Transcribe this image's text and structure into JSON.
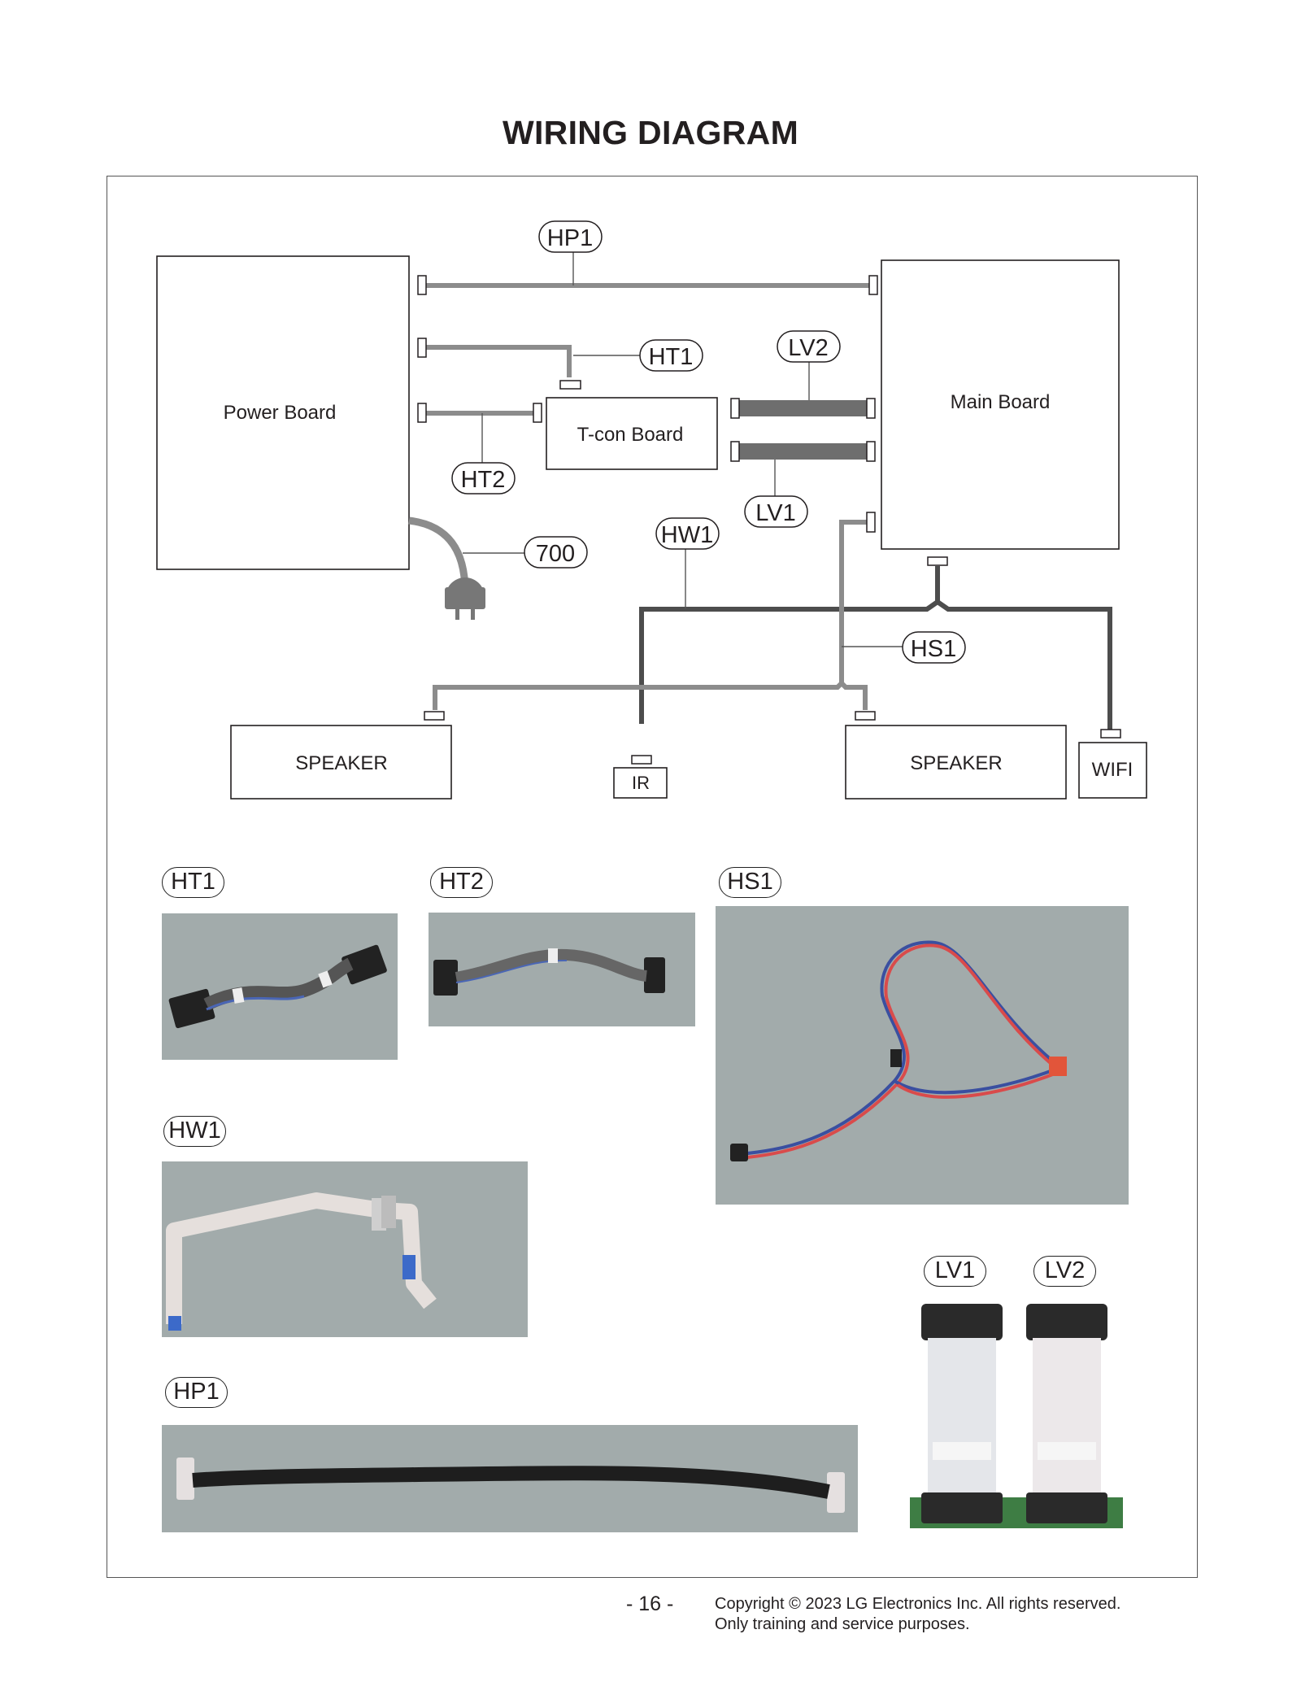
{
  "page": {
    "title": "WIRING DIAGRAM",
    "page_number": "- 16 -",
    "copyright_line1": "Copyright © 2023 LG Electronics Inc. All rights reserved.",
    "copyright_line2": "Only training and service purposes."
  },
  "diagram": {
    "boards": {
      "power": "Power Board",
      "main": "Main Board",
      "tcon": "T-con Board",
      "speaker_left": "SPEAKER",
      "speaker_right": "SPEAKER",
      "ir": "IR",
      "wifi": "WIFI"
    },
    "cable_labels": {
      "hp1": "HP1",
      "ht1": "HT1",
      "ht2": "HT2",
      "lv1": "LV1",
      "lv2": "LV2",
      "hw1": "HW1",
      "hs1": "HS1",
      "power_cord": "700"
    }
  },
  "photos": {
    "ht1": "HT1",
    "ht2": "HT2",
    "hs1": "HS1",
    "hw1": "HW1",
    "hp1": "HP1",
    "lv1": "LV1",
    "lv2": "LV2"
  },
  "colors": {
    "cable_light": "#8c8c8c",
    "cable_dark": "#4d4d4d",
    "photo_background": "#9ea8a8",
    "outline": "#231f20"
  }
}
